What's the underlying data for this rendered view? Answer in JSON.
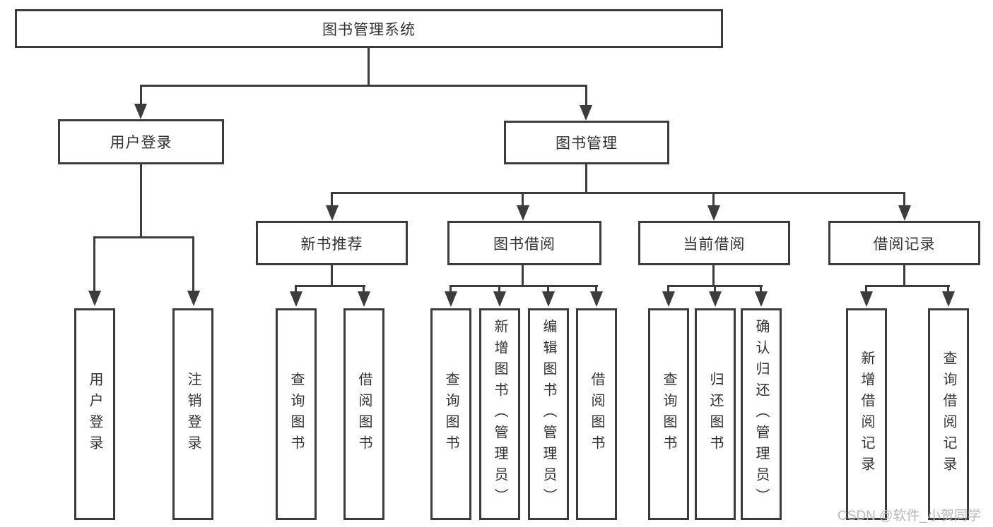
{
  "diagram": {
    "root": {
      "label": "图书管理系统"
    },
    "level2": {
      "user_login": {
        "label": "用户登录"
      },
      "book_mgmt": {
        "label": "图书管理"
      }
    },
    "level3": {
      "new_book_rec": {
        "label": "新书推荐"
      },
      "book_borrow": {
        "label": "图书借阅"
      },
      "current_borrow": {
        "label": "当前借阅"
      },
      "borrow_records": {
        "label": "借阅记录"
      }
    },
    "leaves": {
      "user_login": {
        "label": "用户登录"
      },
      "logout": {
        "label": "注销登录"
      },
      "rec_query_books": {
        "label": "查询图书"
      },
      "rec_borrow_books": {
        "label": "借阅图书"
      },
      "bor_query_books": {
        "label": "查询图书"
      },
      "bor_add_books": {
        "label": "新增图书（管理员）"
      },
      "bor_edit_books": {
        "label": "编辑图书（管理员）"
      },
      "bor_borrow_books": {
        "label": "借阅图书"
      },
      "cur_query_books": {
        "label": "查询图书"
      },
      "cur_return_books": {
        "label": "归还图书"
      },
      "cur_confirm_return": {
        "label": "确认归还（管理员）"
      },
      "rcd_add_record": {
        "label": "新增借阅记录"
      },
      "rcd_query_record": {
        "label": "查询借阅记录"
      }
    }
  },
  "watermark": {
    "text": "CSDN @软件_小贺同学"
  },
  "colors": {
    "line": "#3c3c3c",
    "text": "#333333",
    "watermark": "#b8b8b8",
    "background": "#ffffff"
  }
}
